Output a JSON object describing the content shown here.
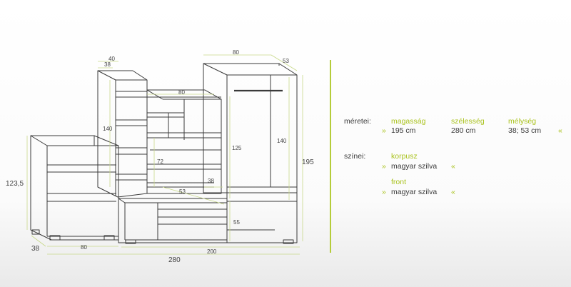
{
  "dimensions": {
    "top_left_40": "40",
    "top_left_38": "38",
    "top_center_80": "80",
    "top_right_80": "80",
    "top_right_53": "53",
    "left_140": "140",
    "left_1235": "123,5",
    "shelf_72": "72",
    "wardrobe_125": "125",
    "wardrobe_140": "140",
    "total_195": "195",
    "shelf_38": "38",
    "depth_53": "53",
    "tv_55": "55",
    "bottom_38": "38",
    "bottom_80": "80",
    "bottom_200": "200",
    "bottom_280": "280"
  },
  "specs": {
    "meretei_label": "méretei:",
    "magassag_label": "magasság",
    "szelesseg_label": "szélesség",
    "melyseg_label": "mélység",
    "magassag_value": "195  cm",
    "szelesseg_value": "280  cm",
    "melyseg_value": "38; 53  cm",
    "szinei_label": "színei:",
    "korpusz_label": "korpusz",
    "korpusz_value": "magyar szilva",
    "front_label": "front",
    "front_value": "magyar szilva",
    "bullet_open": "»",
    "bullet_close": "«"
  },
  "colors": {
    "accent": "#a9c21c",
    "outline": "#3a3a3a",
    "dimension_line": "#c8d98a"
  }
}
